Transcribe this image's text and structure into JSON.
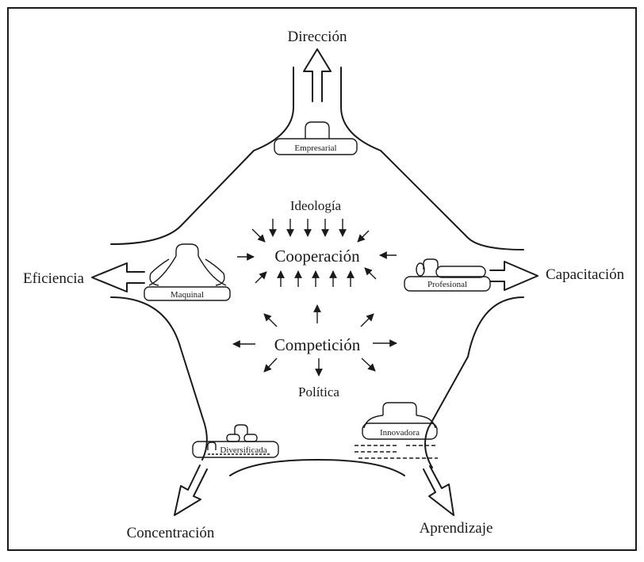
{
  "poles": {
    "top": "Dirección",
    "left": "Eficiencia",
    "right": "Capacitación",
    "bottom_left": "Concentración",
    "bottom_right": "Aprendizaje"
  },
  "forces": {
    "ideology": "Ideología",
    "cooperation": "Cooperación",
    "competition": "Competición",
    "politics": "Política"
  },
  "configurations": {
    "entrepreneurial": "Empresarial",
    "machine": "Maquinal",
    "professional": "Profesional",
    "diversified": "Diversificada",
    "innovative": "Innovadora"
  }
}
